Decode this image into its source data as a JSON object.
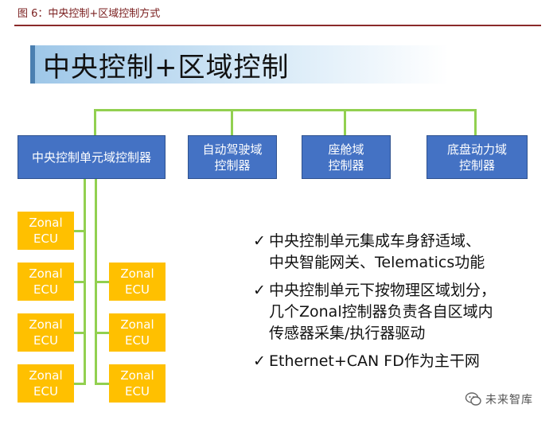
{
  "caption": "图 6：中央控制+区域控制方式",
  "title": "中央控制+区域控制",
  "domains": [
    {
      "label": "中央控制单元域控制器"
    },
    {
      "label": "自动驾驶域\n控制器"
    },
    {
      "label": "座舱域\n控制器"
    },
    {
      "label": "底盘动力域\n控制器"
    }
  ],
  "ecu": {
    "label": "Zonal\nECU"
  },
  "bullets": [
    {
      "check": "✓",
      "text": "中央控制单元集成车身舒适域、\n中央智能网关、Telematics功能"
    },
    {
      "check": "✓",
      "text": "中央控制单元下按物理区域划分，\n几个Zonal控制器负责各自区域内\n传感器采集/执行器驱动"
    },
    {
      "check": "✓",
      "text": "Ethernet+CAN FD作为主干网"
    }
  ],
  "watermark": "未来智库",
  "colors": {
    "domain_box": "#4472c4",
    "ecu_box": "#ffc000",
    "connector": "#92d050"
  }
}
